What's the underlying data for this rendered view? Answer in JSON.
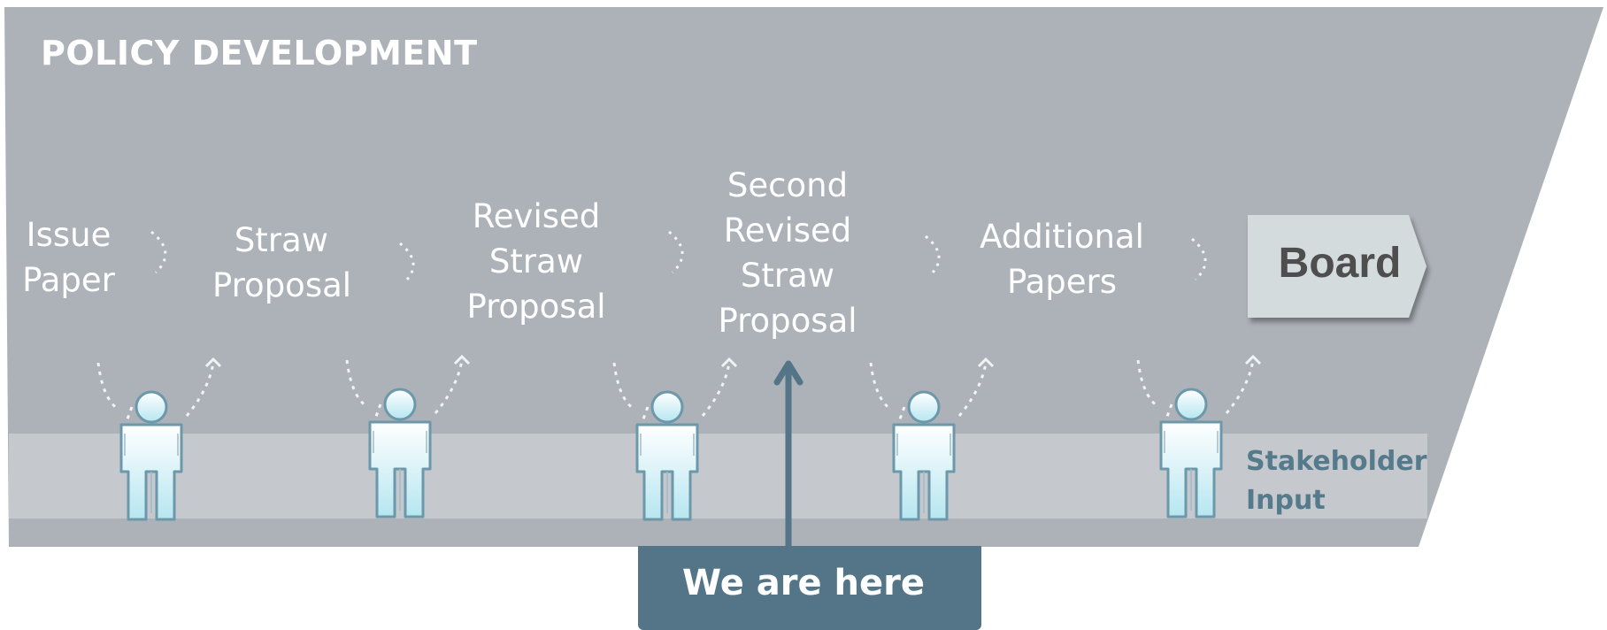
{
  "title": "POLICY DEVELOPMENT",
  "steps": [
    {
      "lines": [
        "Issue",
        "Paper"
      ]
    },
    {
      "lines": [
        "Straw",
        "Proposal"
      ]
    },
    {
      "lines": [
        "Revised",
        "Straw",
        "Proposal"
      ]
    },
    {
      "lines": [
        "Second",
        "Revised",
        "Straw",
        "Proposal"
      ]
    },
    {
      "lines": [
        "Additional",
        "Papers"
      ]
    }
  ],
  "board": "Board",
  "stakeholder": {
    "line1": "Stakeholder",
    "line2": "Input"
  },
  "marker": "We are here",
  "colors": {
    "band_outer": "#adb1b8",
    "band_inner": "#c5c8cc",
    "board_fill": "#d4dbdd",
    "marker": "#537587",
    "stakeholder_text": "#557a8c"
  }
}
